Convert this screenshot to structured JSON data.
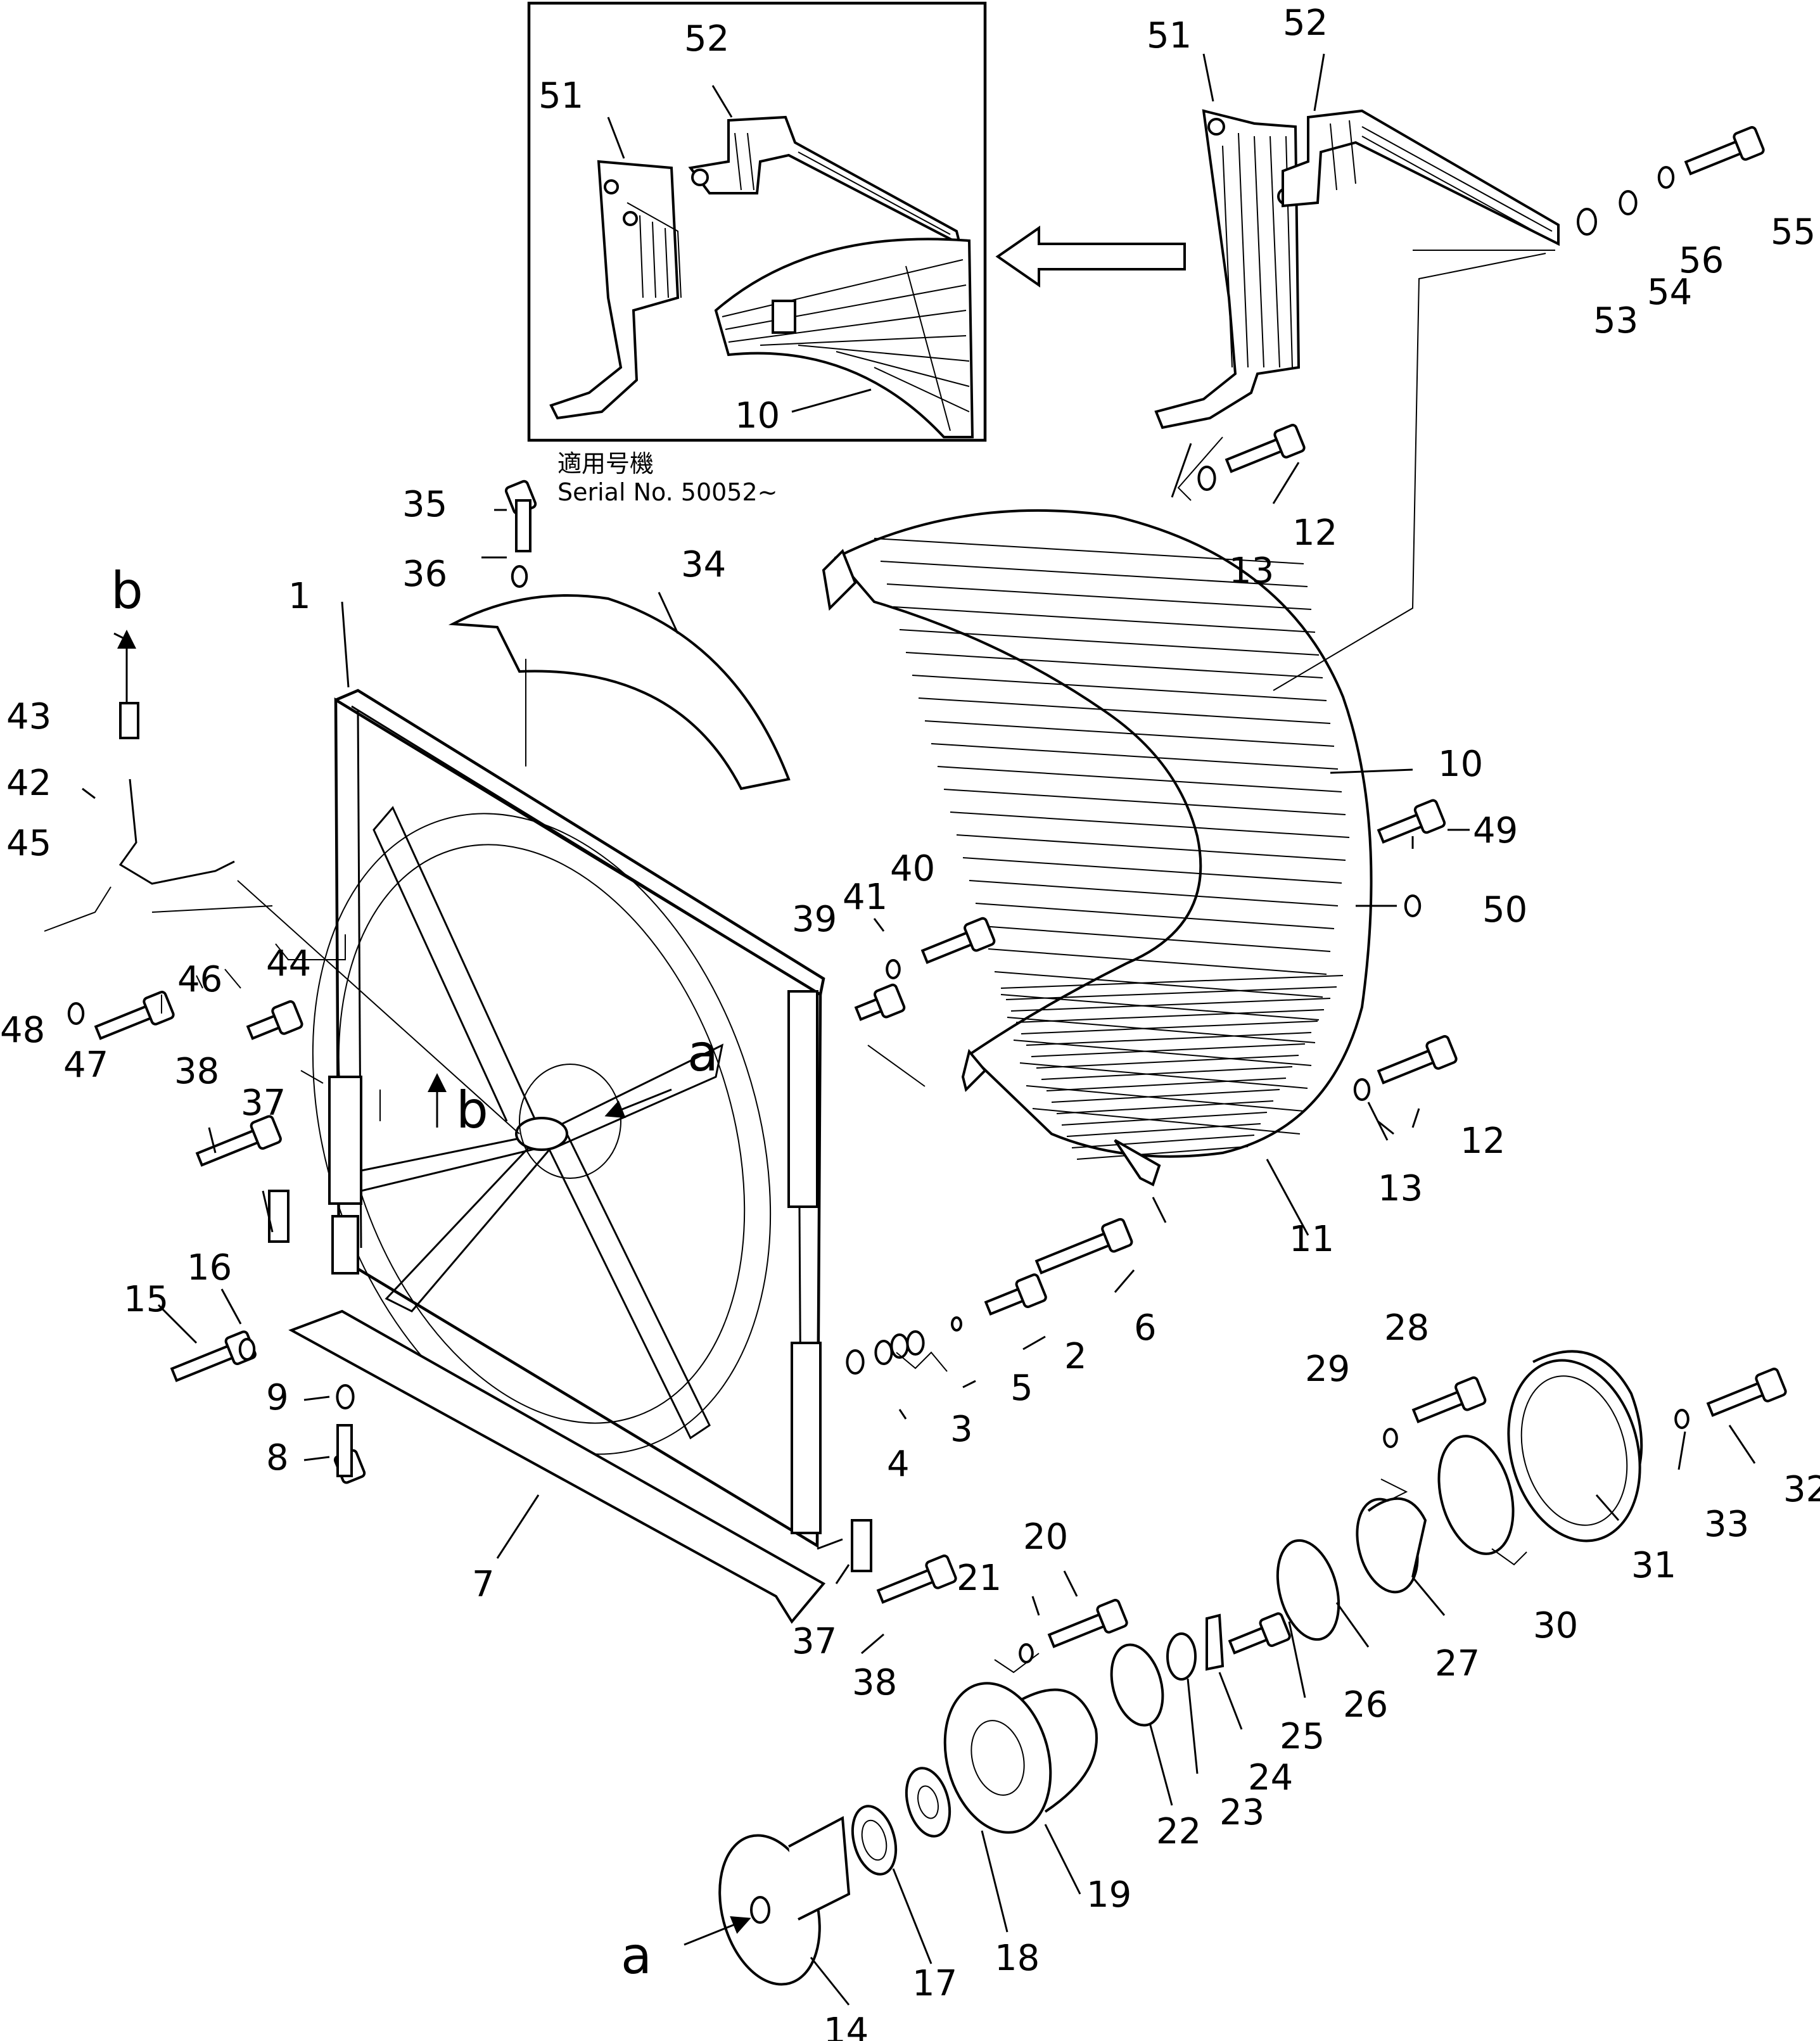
{
  "inset": {
    "applicable_label": "適用号機",
    "serial_label": "Serial No. 50052~"
  },
  "view_markers": {
    "a": "a",
    "b": "b"
  },
  "callouts": [
    {
      "id": "c1",
      "text": "1"
    },
    {
      "id": "c2",
      "text": "2"
    },
    {
      "id": "c3",
      "text": "3"
    },
    {
      "id": "c4",
      "text": "4"
    },
    {
      "id": "c5",
      "text": "5"
    },
    {
      "id": "c6",
      "text": "6"
    },
    {
      "id": "c7",
      "text": "7"
    },
    {
      "id": "c8",
      "text": "8"
    },
    {
      "id": "c9",
      "text": "9"
    },
    {
      "id": "c10",
      "text": "10"
    },
    {
      "id": "c10i",
      "text": "10"
    },
    {
      "id": "c11",
      "text": "11"
    },
    {
      "id": "c12a",
      "text": "12"
    },
    {
      "id": "c12b",
      "text": "12"
    },
    {
      "id": "c13a",
      "text": "13"
    },
    {
      "id": "c13b",
      "text": "13"
    },
    {
      "id": "c14",
      "text": "14"
    },
    {
      "id": "c15",
      "text": "15"
    },
    {
      "id": "c16",
      "text": "16"
    },
    {
      "id": "c17",
      "text": "17"
    },
    {
      "id": "c18",
      "text": "18"
    },
    {
      "id": "c19",
      "text": "19"
    },
    {
      "id": "c20",
      "text": "20"
    },
    {
      "id": "c21",
      "text": "21"
    },
    {
      "id": "c22",
      "text": "22"
    },
    {
      "id": "c23",
      "text": "23"
    },
    {
      "id": "c24",
      "text": "24"
    },
    {
      "id": "c25",
      "text": "25"
    },
    {
      "id": "c26",
      "text": "26"
    },
    {
      "id": "c27",
      "text": "27"
    },
    {
      "id": "c28",
      "text": "28"
    },
    {
      "id": "c29",
      "text": "29"
    },
    {
      "id": "c30",
      "text": "30"
    },
    {
      "id": "c31",
      "text": "31"
    },
    {
      "id": "c32",
      "text": "32"
    },
    {
      "id": "c33",
      "text": "33"
    },
    {
      "id": "c34",
      "text": "34"
    },
    {
      "id": "c35",
      "text": "35"
    },
    {
      "id": "c36",
      "text": "36"
    },
    {
      "id": "c37a",
      "text": "37"
    },
    {
      "id": "c37b",
      "text": "37"
    },
    {
      "id": "c38a",
      "text": "38"
    },
    {
      "id": "c38b",
      "text": "38"
    },
    {
      "id": "c39",
      "text": "39"
    },
    {
      "id": "c40",
      "text": "40"
    },
    {
      "id": "c41",
      "text": "41"
    },
    {
      "id": "c42",
      "text": "42"
    },
    {
      "id": "c43",
      "text": "43"
    },
    {
      "id": "c44",
      "text": "44"
    },
    {
      "id": "c45",
      "text": "45"
    },
    {
      "id": "c46",
      "text": "46"
    },
    {
      "id": "c47",
      "text": "47"
    },
    {
      "id": "c48",
      "text": "48"
    },
    {
      "id": "c49",
      "text": "49"
    },
    {
      "id": "c50",
      "text": "50"
    },
    {
      "id": "c51a",
      "text": "51"
    },
    {
      "id": "c51b",
      "text": "51"
    },
    {
      "id": "c52a",
      "text": "52"
    },
    {
      "id": "c52b",
      "text": "52"
    },
    {
      "id": "c53",
      "text": "53"
    },
    {
      "id": "c54",
      "text": "54"
    },
    {
      "id": "c55",
      "text": "55"
    },
    {
      "id": "c56",
      "text": "56"
    }
  ]
}
